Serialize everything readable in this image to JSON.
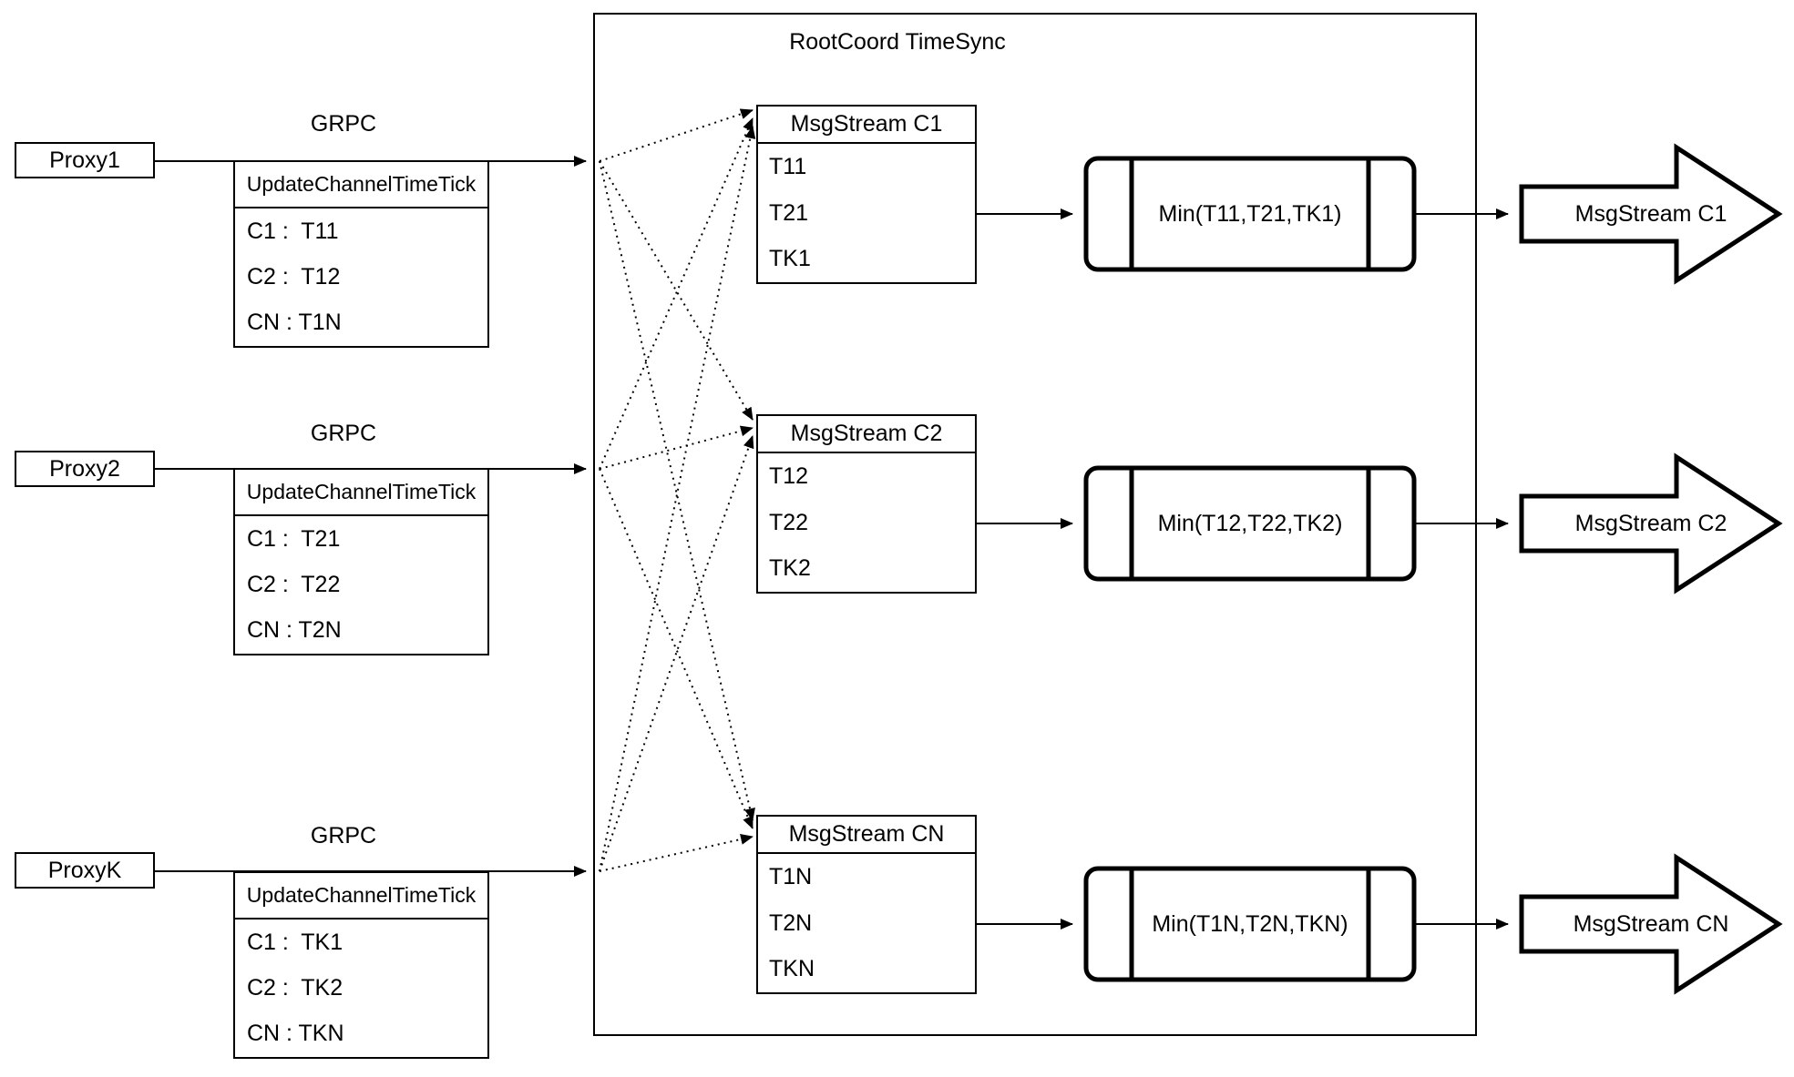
{
  "diagram": {
    "background": "#ffffff",
    "stroke_color": "#000000",
    "container": {
      "title": "RootCoord TimeSync"
    },
    "rows": [
      {
        "proxy": "Proxy1",
        "grpc": "GRPC",
        "update_table": {
          "header": "UpdateChannelTimeTick",
          "entries": [
            "C1 :  T11",
            "C2 :  T12",
            "CN : T1N"
          ]
        },
        "msg_table": {
          "header": "MsgStream C1",
          "entries": [
            "T11",
            "T21",
            "TK1"
          ]
        },
        "min": "Min(T11,T21,TK1)",
        "output": "MsgStream C1"
      },
      {
        "proxy": "Proxy2",
        "grpc": "GRPC",
        "update_table": {
          "header": "UpdateChannelTimeTick",
          "entries": [
            "C1 :  T21",
            "C2 :  T22",
            "CN : T2N"
          ]
        },
        "msg_table": {
          "header": "MsgStream C2",
          "entries": [
            "T12",
            "T22",
            "TK2"
          ]
        },
        "min": "Min(T12,T22,TK2)",
        "output": "MsgStream C2"
      },
      {
        "proxy": "ProxyK",
        "grpc": "GRPC",
        "update_table": {
          "header": "UpdateChannelTimeTick",
          "entries": [
            "C1 :  TK1",
            "C2 :  TK2",
            "CN : TKN"
          ]
        },
        "msg_table": {
          "header": "MsgStream CN",
          "entries": [
            "T1N",
            "T2N",
            "TKN"
          ]
        },
        "min": "Min(T1N,T2N,TKN)",
        "output": "MsgStream CN"
      }
    ]
  }
}
